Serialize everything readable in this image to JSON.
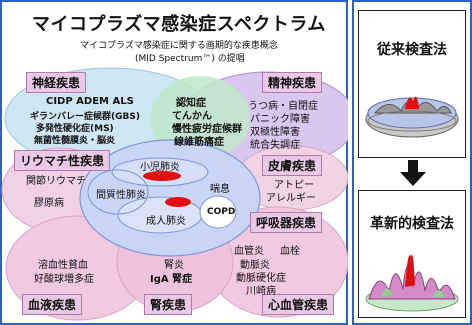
{
  "title": "マイコプラズマ感染症スペクトラム",
  "subtitle_line1": "マイコプラズマ感染症に関する画期的な疾患概念",
  "subtitle_line2": "(MID Spectrum™) の提唱",
  "categories": {
    "neuro": "神経疾患",
    "psych": "精神疾患",
    "rheum": "リウマチ性疾患",
    "skin": "皮膚疾患",
    "resp": "呼吸器疾患",
    "blood": "血液疾患",
    "kidney": "腎疾患",
    "cardio": "心血管疾患"
  },
  "diseases": {
    "neuro1": "CIDP ADEM ALS",
    "neuro2": "ギランバレー症候群(GBS)",
    "neuro3": "多発性硬化症(MS)",
    "neuro4": "無菌性髄膜炎・脳炎",
    "mid1": "認知症",
    "mid2": "てんかん",
    "mid3": "慢性疲労症候群",
    "mid4": "線維筋痛症",
    "psych1": "うつ病・自閉症",
    "psych2": "パニック障害",
    "psych3": "双極性障害",
    "psych4": "統合失調症",
    "rheum1": "関節リウマチ",
    "rheum2": "膠原病",
    "resp_child": "小児肺炎",
    "resp_interstitial": "間質性肺炎",
    "resp_asthma": "喘息",
    "resp_adult": "成人肺炎",
    "resp_copd": "COPD",
    "skin1": "アトピー",
    "skin2": "アレルギー",
    "blood1": "溶血性貧血",
    "blood2": "好酸球増多症",
    "kidney1": "腎炎",
    "kidney2": "IgA 腎症",
    "cardio1": "血管炎",
    "cardio2": "血栓",
    "cardio3": "動脈炎",
    "cardio4": "動脈硬化症",
    "cardio5": "川崎病"
  },
  "methods": {
    "conventional": "従来検査法",
    "innovative": "革新的検査法"
  },
  "colors": {
    "frame": "#2a62c8",
    "header_bg": "#e9c9e6",
    "accent_red": "#e01010",
    "neuro_fill": "#cfe6f4",
    "psych_fill": "#d9c7f0",
    "resp_fill": "#c9d6f7"
  }
}
